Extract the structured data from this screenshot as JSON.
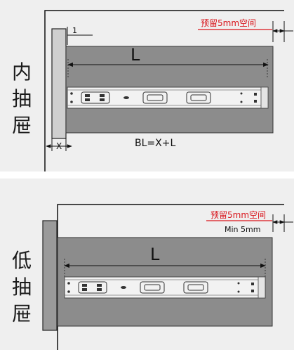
{
  "top": {
    "title_chars": [
      "内",
      "抽",
      "屉"
    ],
    "reserve_label": "预留5mm空间",
    "thickness_label": "1",
    "length_label": "L",
    "x_label": "X",
    "formula": "BL=X+L"
  },
  "bottom": {
    "title_chars": [
      "低",
      "抽",
      "屉"
    ],
    "reserve_label": "预留5mm空间",
    "min_label": "Min 5mm",
    "length_label": "L"
  },
  "colors": {
    "accent_red": "#d9141b",
    "drawer_gray": "#8c8c8c",
    "front_gray": "#9a9a9a",
    "panel_bg": "#efefef",
    "rail_fill": "#f2f2f2"
  },
  "icons": [
    "slide-rail-icon",
    "dimension-arrow-icon"
  ]
}
